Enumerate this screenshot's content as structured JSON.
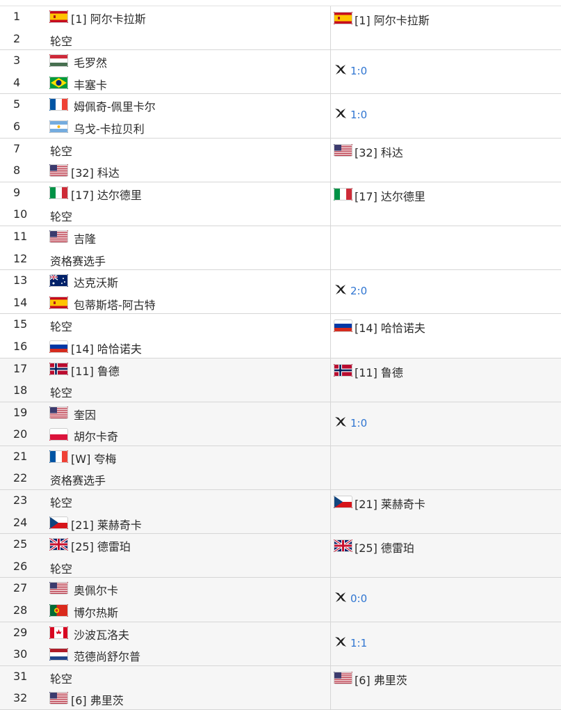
{
  "left_bracket": [
    {
      "seed": "1",
      "name": "[1] 阿尔卡拉斯",
      "flag": "es"
    },
    {
      "seed": "2",
      "name": "轮空",
      "flag": ""
    },
    {
      "seed": "3",
      "name": "毛罗然",
      "flag": "hu"
    },
    {
      "seed": "4",
      "name": "丰塞卡",
      "flag": "br"
    },
    {
      "seed": "5",
      "name": "姆佩奇-佩里卡尔",
      "flag": "fr"
    },
    {
      "seed": "6",
      "name": "乌戈-卡拉贝利",
      "flag": "ar"
    },
    {
      "seed": "7",
      "name": "轮空",
      "flag": ""
    },
    {
      "seed": "8",
      "name": "[32] 科达",
      "flag": "us"
    },
    {
      "seed": "9",
      "name": "[17] 达尔德里",
      "flag": "it"
    },
    {
      "seed": "10",
      "name": "轮空",
      "flag": ""
    },
    {
      "seed": "11",
      "name": "吉隆",
      "flag": "us"
    },
    {
      "seed": "12",
      "name": "资格赛选手",
      "flag": ""
    },
    {
      "seed": "13",
      "name": "达克沃斯",
      "flag": "au"
    },
    {
      "seed": "14",
      "name": "包蒂斯塔-阿古特",
      "flag": "es"
    },
    {
      "seed": "15",
      "name": "轮空",
      "flag": ""
    },
    {
      "seed": "16",
      "name": "[14] 哈恰诺夫",
      "flag": "ru"
    },
    {
      "seed": "17",
      "name": "[11] 鲁德",
      "flag": "no"
    },
    {
      "seed": "18",
      "name": "轮空",
      "flag": ""
    },
    {
      "seed": "19",
      "name": "奎因",
      "flag": "us"
    },
    {
      "seed": "20",
      "name": "胡尔卡奇",
      "flag": "pl"
    },
    {
      "seed": "21",
      "name": "[W] 夸梅",
      "flag": "fr"
    },
    {
      "seed": "22",
      "name": "资格赛选手",
      "flag": ""
    },
    {
      "seed": "23",
      "name": "轮空",
      "flag": ""
    },
    {
      "seed": "24",
      "name": "[21] 莱赫奇卡",
      "flag": "cz"
    },
    {
      "seed": "25",
      "name": "[25] 德雷珀",
      "flag": "gb"
    },
    {
      "seed": "26",
      "name": "轮空",
      "flag": ""
    },
    {
      "seed": "27",
      "name": "奥佩尔卡",
      "flag": "us"
    },
    {
      "seed": "28",
      "name": "博尔热斯",
      "flag": "pt"
    },
    {
      "seed": "29",
      "name": "沙波瓦洛夫",
      "flag": "ca"
    },
    {
      "seed": "30",
      "name": "范德尚舒尔普",
      "flag": "nl"
    },
    {
      "seed": "31",
      "name": "轮空",
      "flag": ""
    },
    {
      "seed": "32",
      "name": "[6] 弗里茨",
      "flag": "us"
    }
  ],
  "right_bracket": [
    {
      "name": "[1] 阿尔卡拉斯",
      "flag": "es",
      "score": ""
    },
    {
      "name": "",
      "flag": "",
      "score": "1:0"
    },
    {
      "name": "",
      "flag": "",
      "score": "1:0"
    },
    {
      "name": "[32] 科达",
      "flag": "us",
      "score": ""
    },
    {
      "name": "[17] 达尔德里",
      "flag": "it",
      "score": ""
    },
    {
      "name": "",
      "flag": "",
      "score": ""
    },
    {
      "name": "",
      "flag": "",
      "score": "2:0"
    },
    {
      "name": "[14] 哈恰诺夫",
      "flag": "ru",
      "score": ""
    },
    {
      "name": "[11] 鲁德",
      "flag": "no",
      "score": ""
    },
    {
      "name": "",
      "flag": "",
      "score": "1:0"
    },
    {
      "name": "",
      "flag": "",
      "score": ""
    },
    {
      "name": "[21] 莱赫奇卡",
      "flag": "cz",
      "score": ""
    },
    {
      "name": "[25] 德雷珀",
      "flag": "gb",
      "score": ""
    },
    {
      "name": "",
      "flag": "",
      "score": "0:0"
    },
    {
      "name": "",
      "flag": "",
      "score": "1:1"
    },
    {
      "name": "[6] 弗里茨",
      "flag": "us",
      "score": ""
    }
  ],
  "colors": {
    "score": "#2f75d1",
    "border": "#d6d6d6",
    "shade": "#f6f6f6"
  }
}
